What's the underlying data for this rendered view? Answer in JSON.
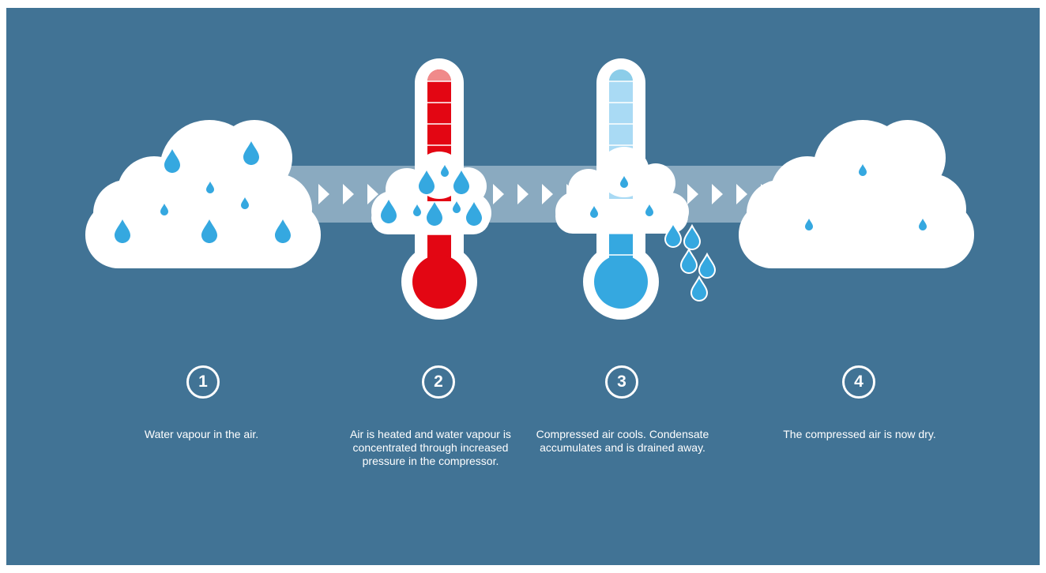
{
  "colors": {
    "background": "#417395",
    "cloud": "#ffffff",
    "drop": "#35a8e0",
    "hot": "#e30613",
    "hot_light": "#f08a8a",
    "cold": "#35a8e0",
    "cold_light": "#a9daf4",
    "band": "#8aaac0"
  },
  "steps": [
    {
      "number": "1",
      "text": "Water vapour in the air."
    },
    {
      "number": "2",
      "text": "Air is heated and water vapour is concentrated through increased pressure in the compressor."
    },
    {
      "number": "3",
      "text": "Compressed air cools. Condensate accumulates and is drained away."
    },
    {
      "number": "4",
      "text": "The compressed air is now dry."
    }
  ]
}
